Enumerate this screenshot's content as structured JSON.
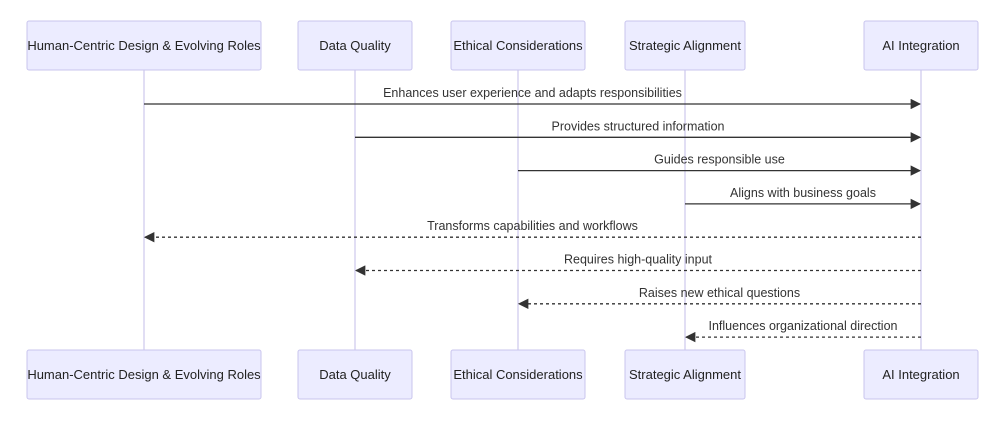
{
  "participants": [
    {
      "id": "hc",
      "label": "Human-Centric Design & Evolving Roles"
    },
    {
      "id": "dq",
      "label": "Data Quality"
    },
    {
      "id": "ec",
      "label": "Ethical Considerations"
    },
    {
      "id": "sa",
      "label": "Strategic Alignment"
    },
    {
      "id": "ai",
      "label": "AI Integration"
    }
  ],
  "messages": [
    {
      "from": "hc",
      "to": "ai",
      "label": "Enhances user experience and adapts responsibilities",
      "style": "solid"
    },
    {
      "from": "dq",
      "to": "ai",
      "label": "Provides structured information",
      "style": "solid"
    },
    {
      "from": "ec",
      "to": "ai",
      "label": "Guides responsible use",
      "style": "solid"
    },
    {
      "from": "sa",
      "to": "ai",
      "label": "Aligns with business goals",
      "style": "solid"
    },
    {
      "from": "ai",
      "to": "hc",
      "label": "Transforms capabilities and workflows",
      "style": "dashed"
    },
    {
      "from": "ai",
      "to": "dq",
      "label": "Requires high-quality input",
      "style": "dashed"
    },
    {
      "from": "ai",
      "to": "ec",
      "label": "Raises new ethical questions",
      "style": "dashed"
    },
    {
      "from": "ai",
      "to": "sa",
      "label": "Influences organizational direction",
      "style": "dashed"
    }
  ],
  "colors": {
    "actor_fill": "#ececff",
    "actor_border": "#c9c5ee",
    "lifeline": "#d7d3f0",
    "message": "#333333"
  }
}
